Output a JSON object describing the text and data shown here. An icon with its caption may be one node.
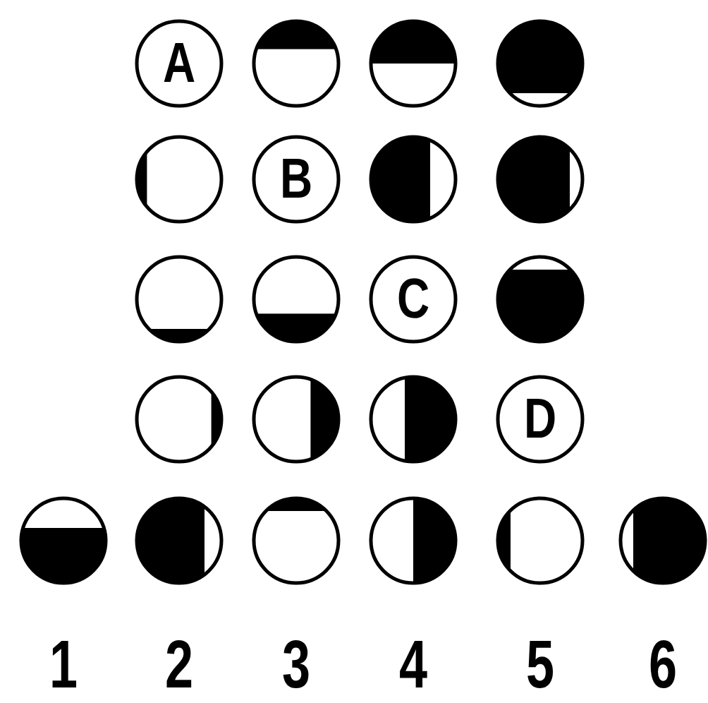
{
  "diagram": {
    "nodes": [
      {
        "text": [
          "A"
        ]
      },
      {
        "text": [],
        "shape": "circle"
      },
      {
        "text": [],
        "shape": "circle"
      },
      {
        "text": [],
        "shape": "circle"
      },
      {
        "text": [],
        "shape": "circle"
      },
      {
        "text": [
          "B"
        ]
      },
      {
        "text": [],
        "shape": "circle"
      },
      {
        "text": [],
        "shape": "circle"
      },
      {
        "text": [],
        "shape": "circle"
      },
      {
        "text": [],
        "shape": "circle"
      },
      {
        "text": [
          "C"
        ]
      },
      {
        "text": [],
        "shape": "circle"
      },
      {
        "text": [],
        "shape": "circle"
      },
      {
        "text": [],
        "shape": "circle"
      },
      {
        "text": [],
        "shape": "circle"
      },
      {
        "text": [
          "D"
        ]
      },
      {
        "text": [],
        "shape": "circle"
      },
      {
        "text": [],
        "shape": "circle"
      },
      {
        "text": [],
        "shape": "circle"
      },
      {
        "text": [],
        "shape": "circle"
      },
      {
        "text": [],
        "shape": "circle"
      },
      {
        "text": [],
        "shape": "circle"
      }
    ],
    "labels": [
      "1",
      "2",
      "3",
      "4",
      "5",
      "6"
    ]
  }
}
